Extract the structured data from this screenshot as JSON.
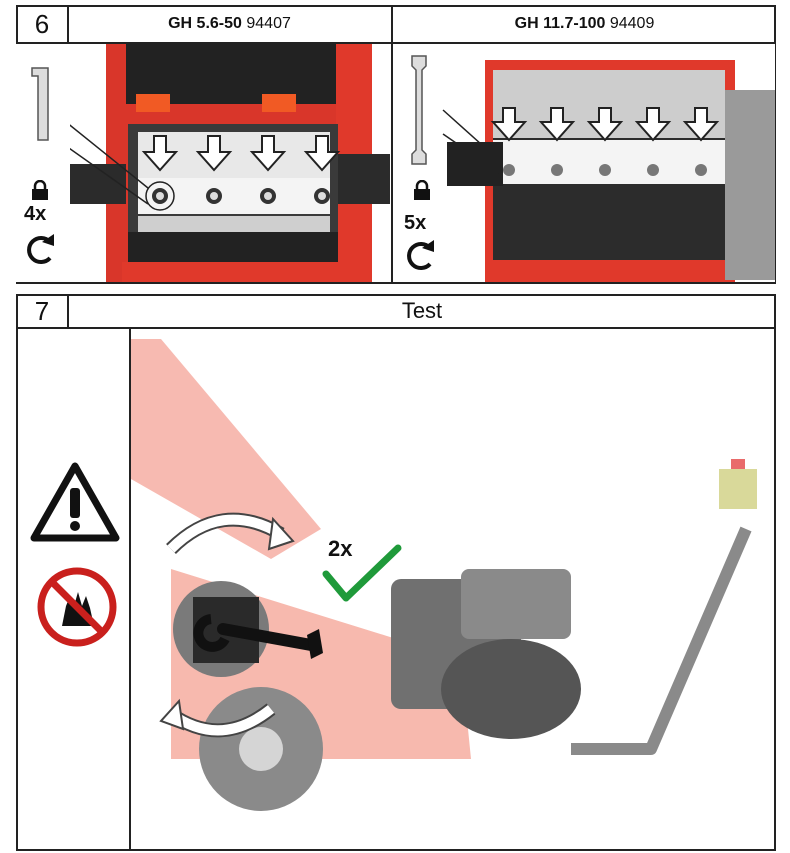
{
  "step6": {
    "number": "6",
    "left": {
      "model": "GH 5.6-50",
      "code": "94407",
      "count": "4x"
    },
    "right": {
      "model": "GH 11.7-100",
      "code": "94409",
      "count": "5x"
    },
    "icons": [
      "allen-key-icon",
      "wrench-icon",
      "lock-icon",
      "rotate-clockwise-icon"
    ]
  },
  "step7": {
    "number": "7",
    "title": "Test",
    "count": "2x",
    "icons": [
      "warning-triangle-icon",
      "no-hands-icon",
      "checkmark-icon",
      "wrench-icon"
    ]
  },
  "colors": {
    "red": "#e43a2c",
    "dark": "#2a2a2a",
    "green": "#1f9a3a"
  }
}
